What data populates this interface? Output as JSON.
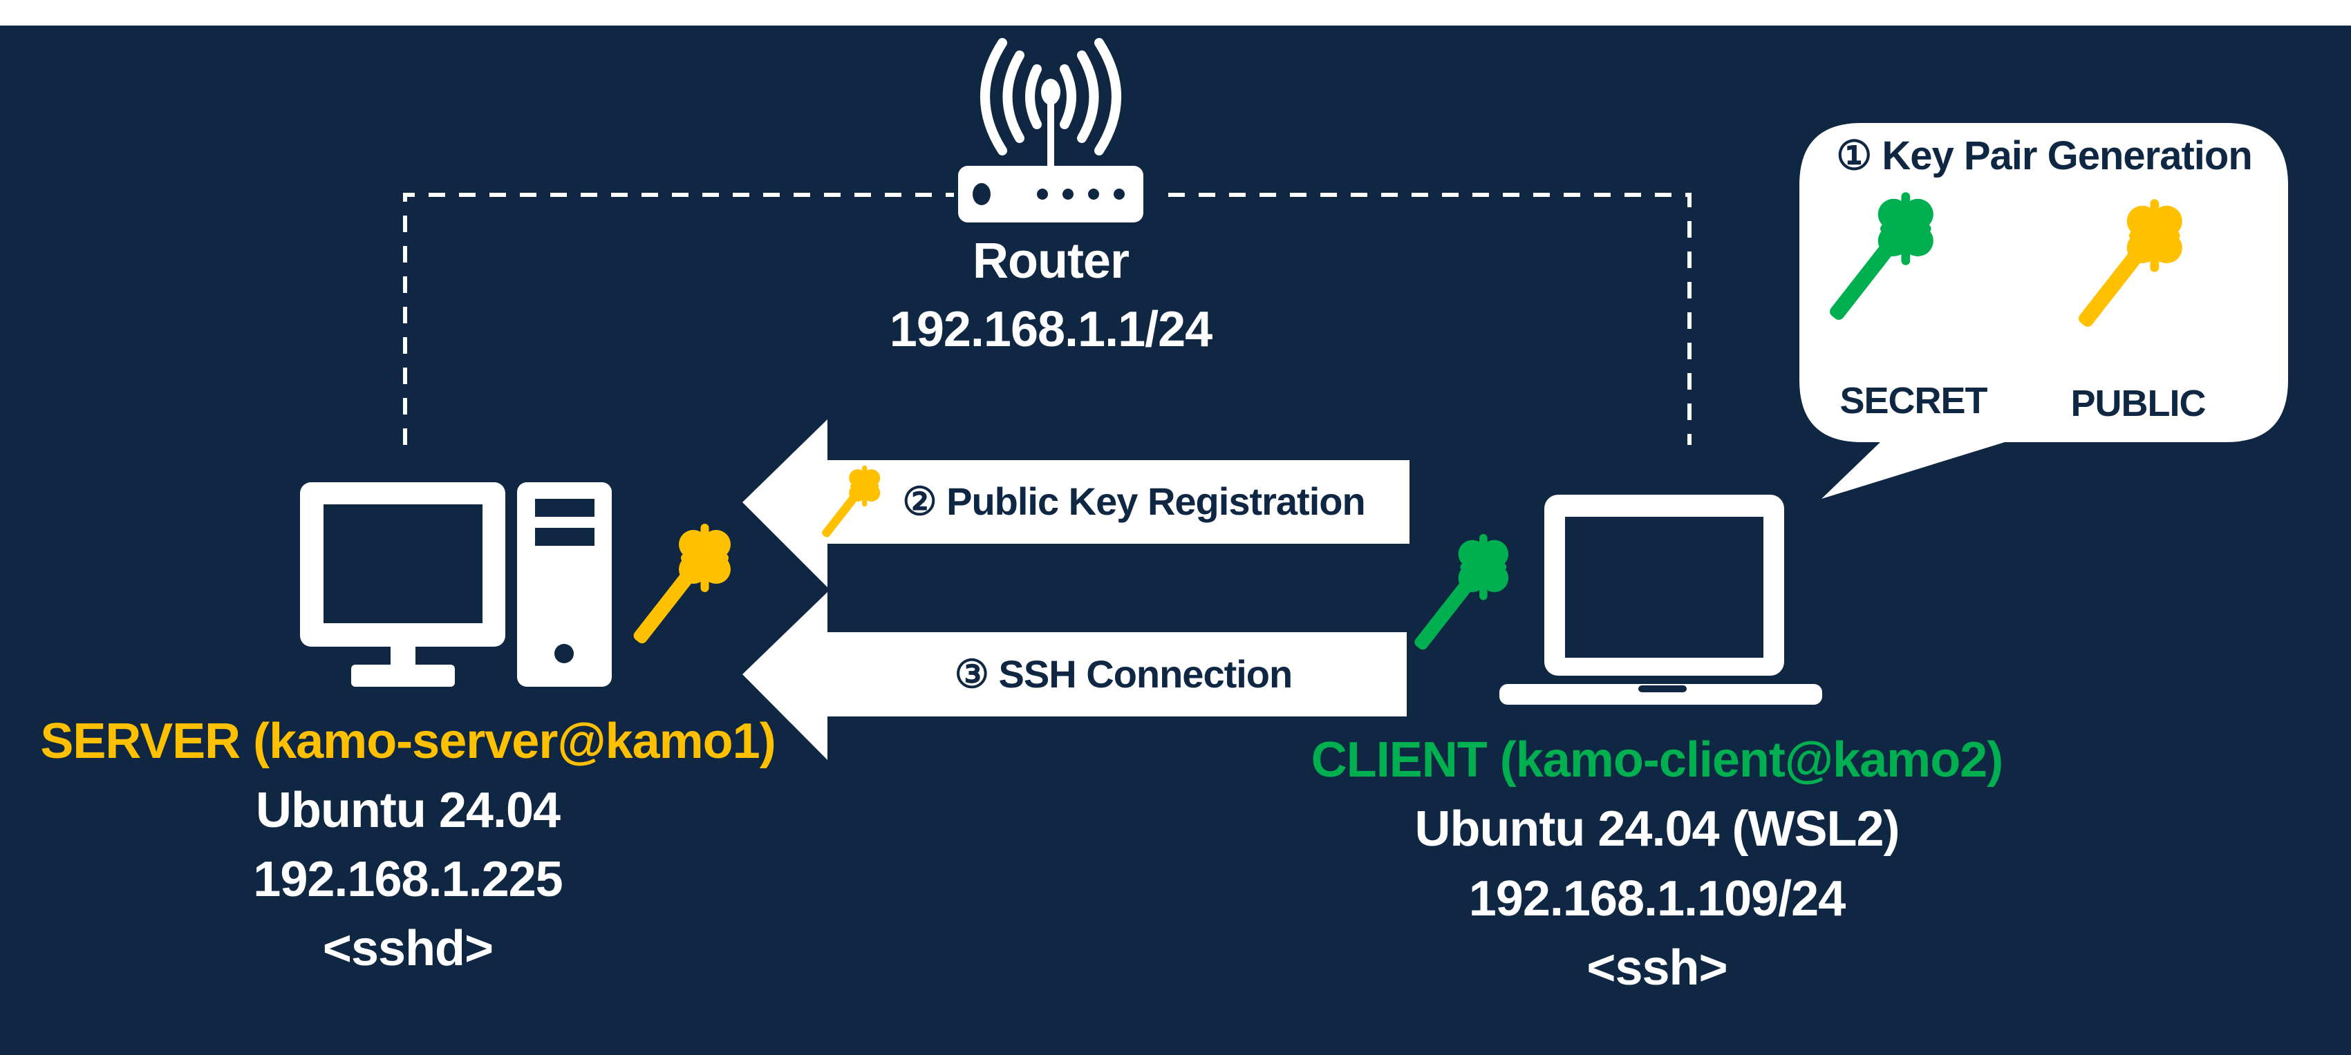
{
  "colors": {
    "background": "#0f2742",
    "top_band": "#ffffff",
    "foreground": "#ffffff",
    "server_accent": "#ffc000",
    "client_accent": "#00b050",
    "callout_text": "#0f2742"
  },
  "router": {
    "icon": "wifi-router-icon",
    "label": "Router",
    "ip": "192.168.1.1/24"
  },
  "callout": {
    "title": "① Key Pair Generation",
    "secret_key": {
      "icon": "key-icon",
      "label": "SECRET"
    },
    "public_key": {
      "icon": "key-icon",
      "label": "PUBLIC"
    }
  },
  "steps": [
    {
      "label": "② Public Key Registration",
      "direction": "client-to-server",
      "icon": "public-key-icon"
    },
    {
      "label": "③ SSH Connection",
      "direction": "client-to-server"
    }
  ],
  "server": {
    "icon": "desktop-computer-icon",
    "key_icon": "public-key-icon",
    "title": "SERVER (kamo-server@kamo1)",
    "os": "Ubuntu 24.04",
    "ip": "192.168.1.225",
    "daemon": "<sshd>"
  },
  "client": {
    "icon": "laptop-icon",
    "key_icon": "secret-key-icon",
    "title": "CLIENT (kamo-client@kamo2)",
    "os": "Ubuntu 24.04 (WSL2)",
    "ip": "192.168.1.109/24",
    "daemon": "<ssh>"
  }
}
